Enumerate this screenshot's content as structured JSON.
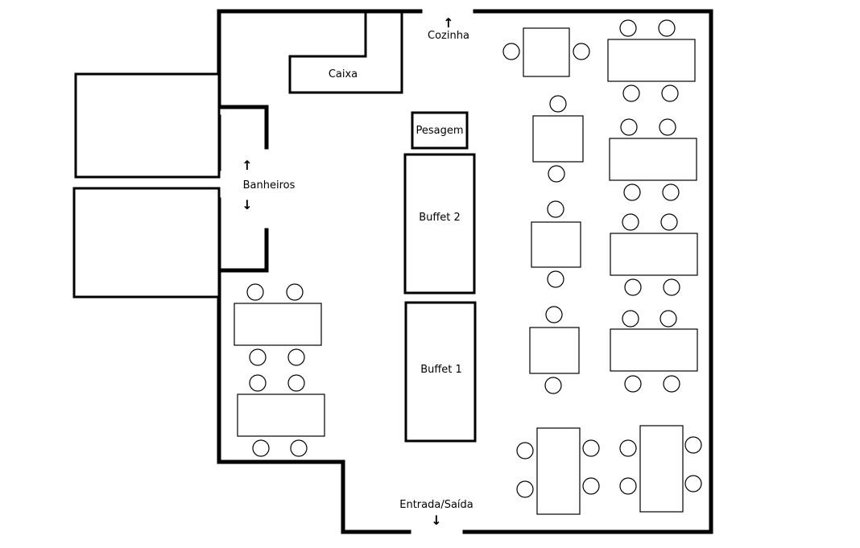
{
  "labels": {
    "kitchen": "Cozinha",
    "cashier": "Caixa",
    "weighing": "Pesagem",
    "bathrooms": "Banheiros",
    "buffet2": "Buffet 2",
    "buffet1": "Buffet 1",
    "entrance": "Entrada/Saída"
  },
  "icons": {
    "arrow_up": "↑",
    "arrow_down": "↓"
  }
}
